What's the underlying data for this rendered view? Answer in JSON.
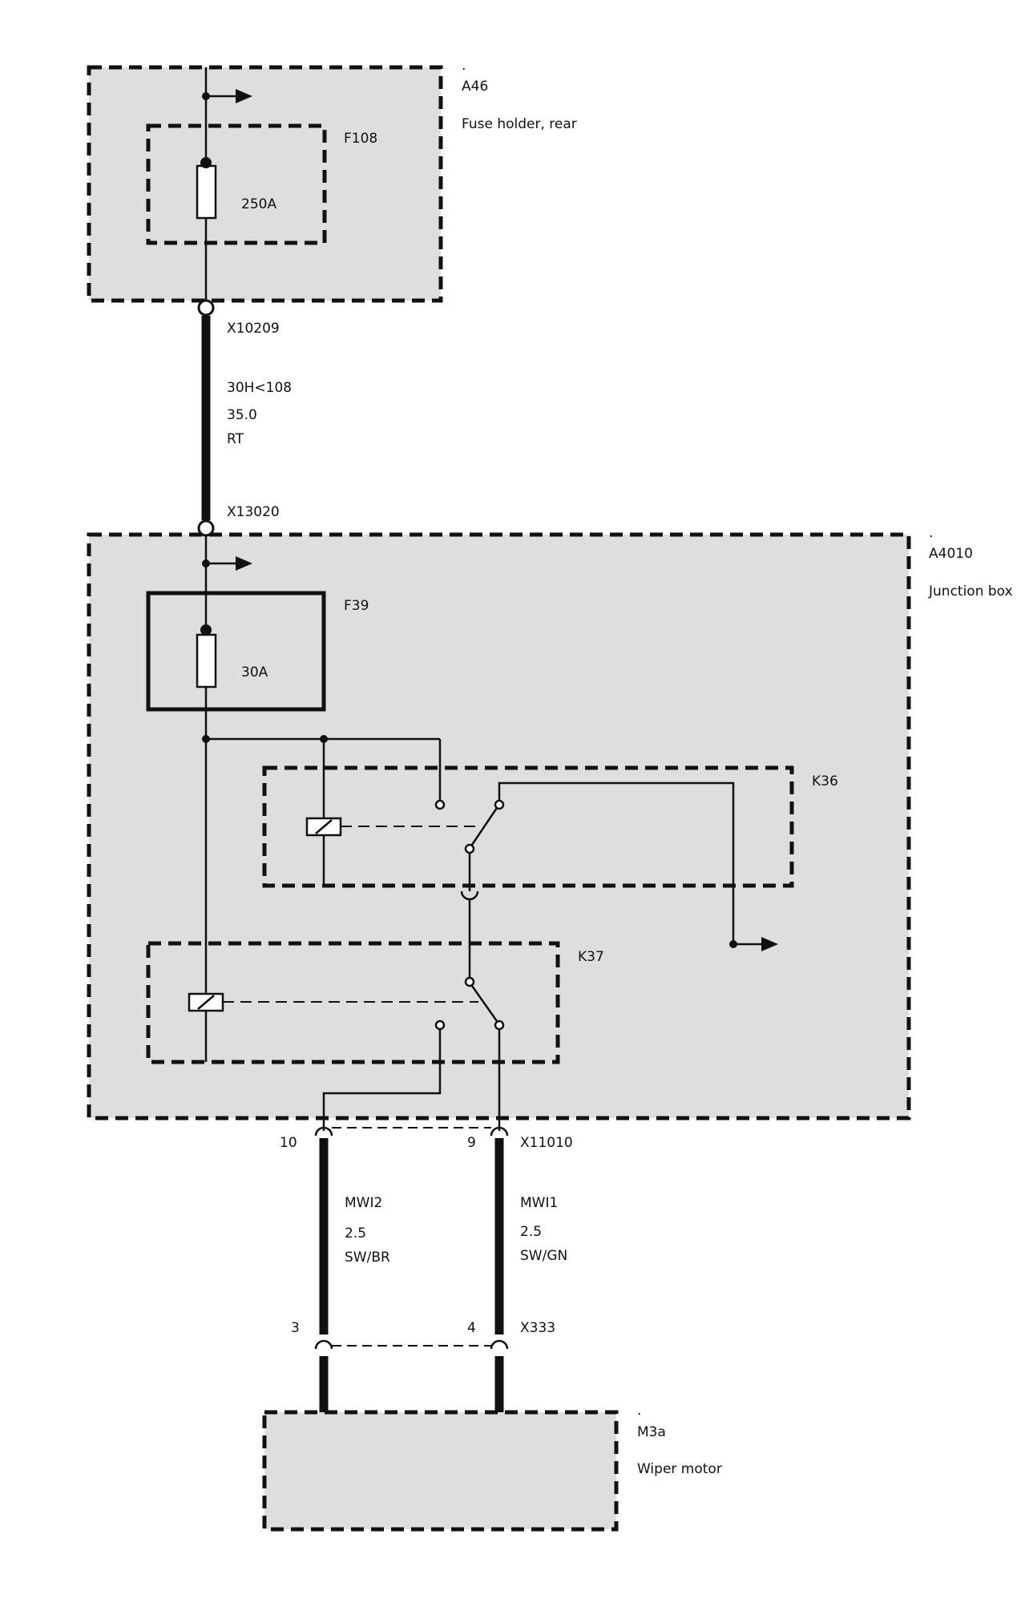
{
  "components": {
    "a46": {
      "dot": ".",
      "id": "A46",
      "name": "Fuse holder, rear"
    },
    "f108": {
      "id": "F108",
      "rating": "250A"
    },
    "a4010": {
      "dot": ".",
      "id": "A4010",
      "name": "Junction box"
    },
    "f39": {
      "id": "F39",
      "rating": "30A"
    },
    "k36": {
      "id": "K36"
    },
    "k37": {
      "id": "K37"
    },
    "m3a": {
      "dot": ".",
      "id": "M3a",
      "name": "Wiper motor"
    }
  },
  "connectors": {
    "x10209": "X10209",
    "x13020": "X13020",
    "x11010": {
      "id": "X11010",
      "pin_left": "10",
      "pin_right": "9"
    },
    "x333": {
      "id": "X333",
      "pin_left": "3",
      "pin_right": "4"
    }
  },
  "wires": {
    "main_feed": {
      "circuit": "30H<108",
      "size": "35.0",
      "color": "RT"
    },
    "mwi2": {
      "circuit": "MWI2",
      "size": "2.5",
      "color": "SW/BR"
    },
    "mwi1": {
      "circuit": "MWI1",
      "size": "2.5",
      "color": "SW/GN"
    }
  },
  "colors": {
    "ink": "#111111",
    "box_fill": "#dedede",
    "background": "#ffffff"
  }
}
